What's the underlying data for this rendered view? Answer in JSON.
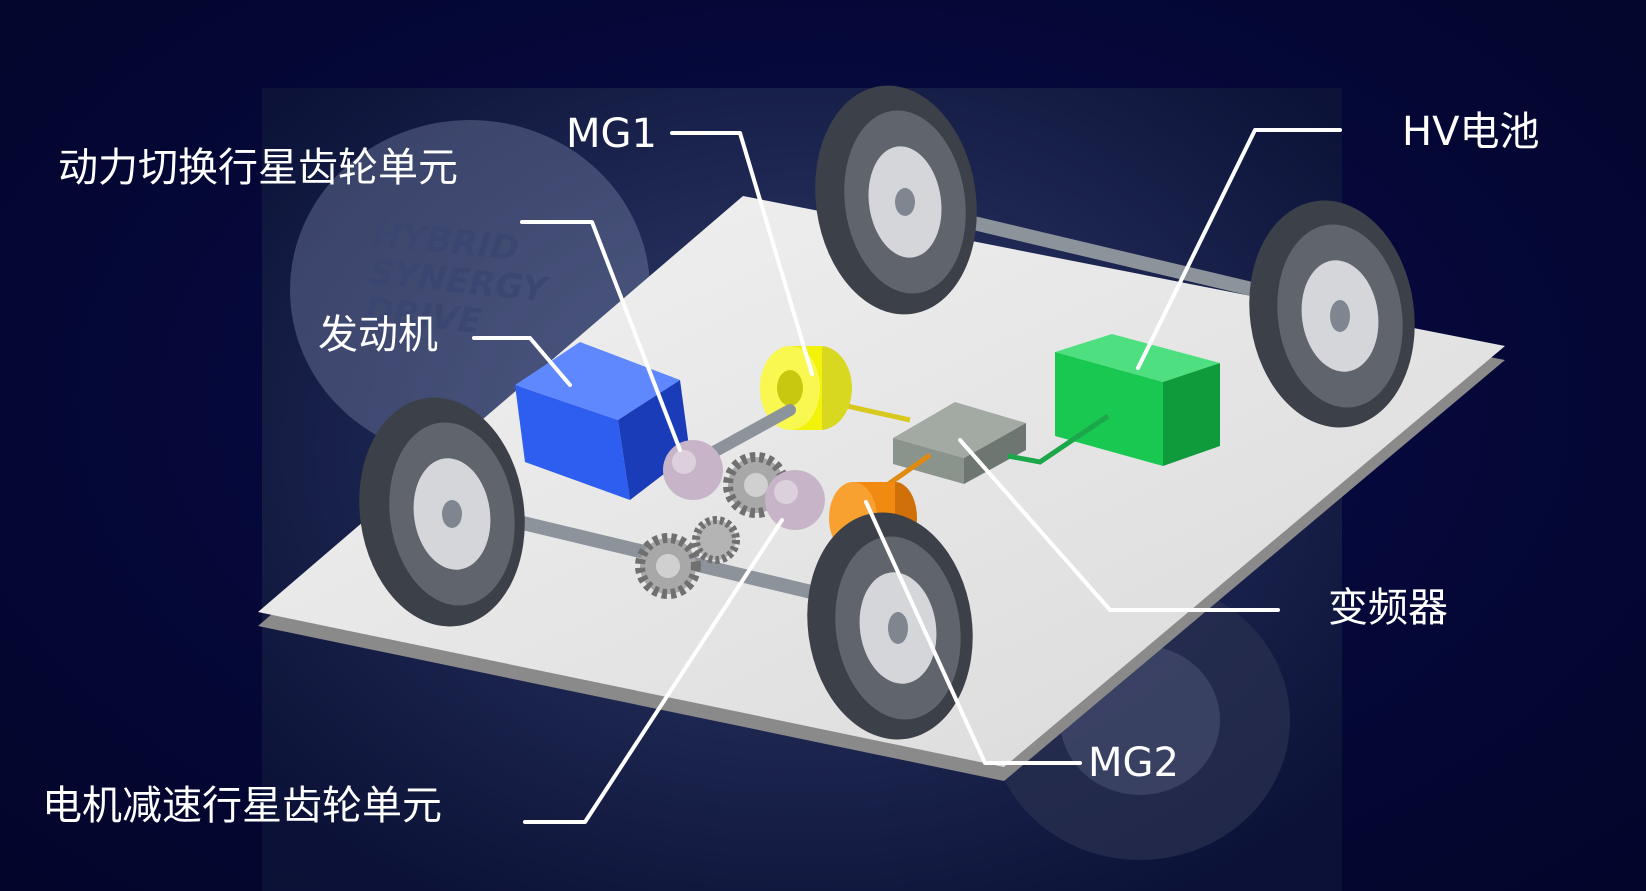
{
  "labels": {
    "power_split": "动力切换行星齿轮单元",
    "mg1": "MG1",
    "hv_battery": "HV电池",
    "engine": "发动机",
    "inverter": "变频器",
    "mg2": "MG2",
    "motor_reduction": "电机减速行星齿轮单元"
  },
  "background": {
    "logo_line1": "HYBRID",
    "logo_line2": "SYNERGY",
    "logo_line3": "DRIVE"
  },
  "colors": {
    "engine": "#2e5ef0",
    "mg1": "#f2f20a",
    "mg2": "#f08a10",
    "hv_battery": "#18c850",
    "inverter": "#8a948c",
    "gear_unit": "#c8b4c8",
    "platform": "#e2e2e2",
    "tire": "#4a4e56",
    "background": "#050838"
  }
}
